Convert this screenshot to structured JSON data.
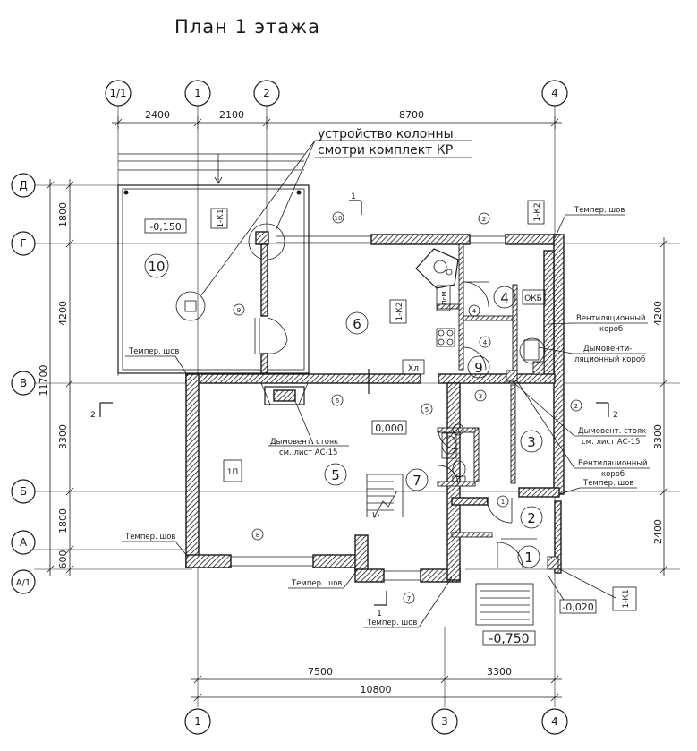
{
  "title": "План 1 этажа",
  "axes": {
    "top": [
      "1/1",
      "1",
      "2",
      "4"
    ],
    "bottom": [
      "1",
      "3",
      "4"
    ],
    "left": [
      "Д",
      "Г",
      "В",
      "Б",
      "А",
      "А/1"
    ]
  },
  "dimensions": {
    "top": [
      "2400",
      "2100",
      "8700"
    ],
    "bottom": [
      "7500",
      "3300",
      "10800"
    ],
    "left": [
      "1800",
      "4200",
      "3300",
      "1800",
      "600",
      "11700"
    ],
    "right": [
      "4200",
      "3300",
      "2400"
    ]
  },
  "callouts": {
    "column_line1": "устройство колонны",
    "column_line2": "смотри комплект КР"
  },
  "notes": {
    "temper_joint": "Темпер. шов",
    "chimney1_line1": "Дымовент. стояк",
    "chimney1_line2": "см. лист АС-15",
    "chimney2_line1": "Дымовент. стояк",
    "chimney2_line2": "см. лист АС-15",
    "vent_box_a1": "Вентиляционный",
    "vent_box_a2": "короб",
    "smoke_vent1": "Дымовенти-",
    "smoke_vent2": "ляционный короб",
    "vent_box_b1": "Вентиляционный",
    "vent_box_b2": "короб"
  },
  "levels": {
    "terrace": "-0,150",
    "floor": "0,000",
    "porch": "-0,020",
    "ground": "-0,750"
  },
  "marks": {
    "k1": "1-К1",
    "k2": "1-К2",
    "p1": "1П",
    "okb": "ОКБ",
    "hl": "Хл",
    "psm": "ПсМ",
    "section1": "1",
    "section2": "2"
  },
  "rooms": [
    "1",
    "2",
    "3",
    "4",
    "5",
    "6",
    "7",
    "9",
    "10"
  ],
  "wall_marks": [
    "1",
    "2",
    "3",
    "4",
    "5",
    "6",
    "7",
    "8",
    "9",
    "10"
  ]
}
